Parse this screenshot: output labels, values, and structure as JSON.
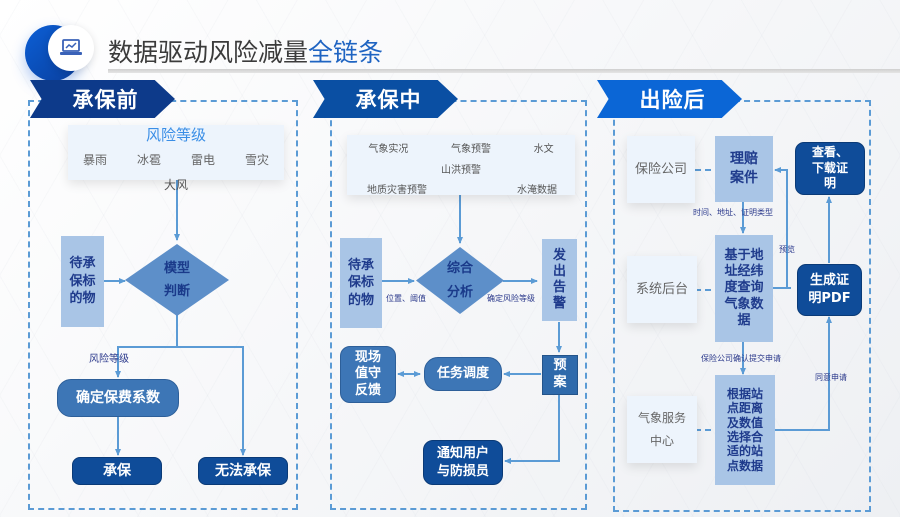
{
  "header": {
    "title_main": "数据驱动风险减量",
    "title_accent": "全链条",
    "logo_icon": "laptop-chart-icon"
  },
  "colors": {
    "banner_before": "#0d3a8a",
    "banner_during": "#0a4fa3",
    "banner_after": "#0b66d6",
    "dashed_border": "#5b9bd5",
    "light_node": "#a9c5e6",
    "mid_node": "#3d76b6",
    "dark_node": "#0f4c99"
  },
  "sections": {
    "before": {
      "banner": "承保前",
      "risk_panel": {
        "title": "风险等级",
        "items": [
          "暴雨",
          "冰雹",
          "雷电",
          "雪灾"
        ],
        "extra": "大风"
      },
      "subject": "待承保标的物",
      "subject_lines": [
        "待承",
        "保标",
        "的物"
      ],
      "decision_lines": [
        "模型",
        "判断"
      ],
      "edge_label_risk": "风险等级",
      "coefficient": "确定保费系数",
      "accept": "承保",
      "reject": "无法承保"
    },
    "during": {
      "banner": "承保中",
      "data_panel": {
        "row1": [
          "气象实况",
          "气象预警",
          "水文"
        ],
        "row2": [
          "山洪预警"
        ],
        "row3": [
          "地质灾害预警",
          "水淹数据"
        ]
      },
      "subject_lines": [
        "待承",
        "保标",
        "的物"
      ],
      "edge_label_position": "位置、阈值",
      "analysis_lines": [
        "综合",
        "分析"
      ],
      "edge_label_level": "确定风险等级",
      "alert_lines": [
        "发",
        "出",
        "告",
        "警"
      ],
      "plan_lines": [
        "预",
        "案"
      ],
      "dispatch": "任务调度",
      "feedback_lines": [
        "现场",
        "值守",
        "反馈"
      ],
      "notify_lines": [
        "通知用户",
        "与防损员"
      ]
    },
    "after": {
      "banner": "出险后",
      "insurer": "保险公司",
      "claim_lines": [
        "理赔",
        "案件"
      ],
      "view_lines": [
        "查看、",
        "下载证",
        "明"
      ],
      "edge_label_claim": "时间、地址、证明类型",
      "edge_label_preview": "预览",
      "backend": "系统后台",
      "query_lines": [
        "基于地",
        "址经纬",
        "度查询",
        "气象数",
        "据"
      ],
      "generate_lines": [
        "生成证",
        "明PDF"
      ],
      "edge_label_confirm": "保险公司确认提交申请",
      "edge_label_agree": "同意申请",
      "weather_center_lines": [
        "气象服务",
        "中心"
      ],
      "station_lines": [
        "根据站",
        "点距离",
        "及数值",
        "选择合",
        "适的站",
        "点数据"
      ]
    }
  }
}
